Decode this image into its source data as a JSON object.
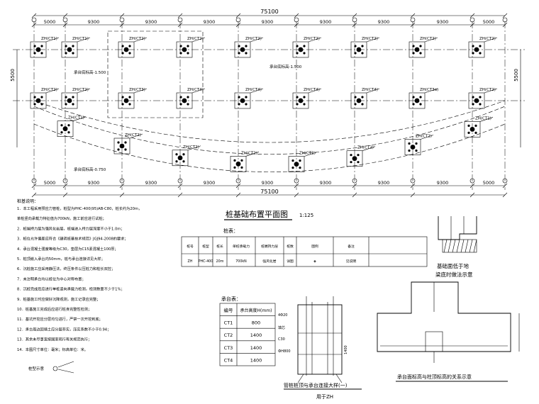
{
  "plan": {
    "title": "桩基础布置平面图",
    "scale": "1:125",
    "total_dim": "75100",
    "bay_dims": [
      "5000",
      "9300",
      "9300",
      "9300",
      "9300",
      "9300",
      "9300",
      "9300",
      "5000"
    ],
    "side_dims": [
      "5500",
      "5500"
    ],
    "elevation_note": "承台底标高-1.500",
    "elevation_note2": "承台底标高-0.750",
    "cap_labels": [
      "ZH(CT1)",
      "ZH(CT1)",
      "ZH(CT2)",
      "ZH(CT2)",
      "ZH(CT2)",
      "ZH(CT2)",
      "ZH(CT2)",
      "ZH(CT2)",
      "ZH(CT2)",
      "ZH(CT2)",
      "ZH(CT2)",
      "ZH(CT3)",
      "ZH(CT4)",
      "ZH(CT4)",
      "ZH(CT4)",
      "ZH(CT4)",
      "ZH(CT3a)",
      "ZH(CT2)",
      "ZH(CT1)",
      "ZH(CT2)",
      "ZH(CT2)",
      "ZH(CT2)",
      "ZH(CT2)",
      "ZH(CT2)",
      "ZH(CT2)",
      "ZH(CT1)"
    ]
  },
  "notes": {
    "heading": "桩基说明：",
    "lines": [
      "1．本工程采用预应力管桩，桩型为PHC-400(95)AB-C80，桩长约为20m，",
      "   单桩竖向承载力特征值为700kN，施工前应进行试桩；",
      "2．桩端持力层为强风化岩层，桩端进入持力层深度不小于1.0m；",
      "3．桩位允许偏差应符合《建筑桩基技术规范》JGJ94-2008的要求；",
      "4．承台混凝土强度等级为C30，垫层为C15素混凝土100厚；",
      "5．桩顶嵌入承台内50mm，桩与承台连接详见大样；",
      "6．沉桩施工应采用静压法，终压条件以压桩力和桩长双控；",
      "7．未注明承台均以桩位为中心对称布置；",
      "8．沉桩完成后应进行单桩竖向承载力检测，检测数量不少于1%；",
      "9．桩基施工时应做好沉降观测，施工记录应完整；",
      "10．桩基施工完成后应进行桩身完整性检测；",
      "11．基坑开挖应分层均匀进行，严禁一次开挖到底；",
      "12．承台周边回填土应分层夯实，压实系数不小于0.94；",
      "13．其余未尽事宜按国家现行有关规范执行；",
      "14．本图尺寸单位：毫米；标高单位：米。"
    ],
    "legend_label": "桩型示意"
  },
  "pile_table": {
    "title": "桩表：",
    "cols": [
      "桩号",
      "桩型",
      "桩长",
      "单桩承载力",
      "桩端持力层",
      "桩数",
      "图例",
      "备注"
    ],
    "row": [
      "ZH",
      "PHC-400",
      "20m",
      "700kN",
      "强风化岩",
      "详图",
      "◈",
      "见说明"
    ]
  },
  "cap_table": {
    "title": "承台表：",
    "headers": [
      "编号",
      "承台高度H(mm)"
    ],
    "rows": [
      [
        "CT1",
        "800"
      ],
      [
        "CT2",
        "1400"
      ],
      [
        "CT3",
        "1400"
      ],
      [
        "CT4",
        "1400"
      ]
    ]
  },
  "details": {
    "d1_caption": "基础面低于地",
    "d1_caption2": "梁底时做法示意",
    "d2_caption": "管桩桩顶与承台连接大样(一)",
    "d2_sub": "用于ZH",
    "d3_caption": "承台面标高与柱顶标高的关系示意",
    "d2_labels": [
      "4Φ20",
      "填芯",
      "C30",
      "ФH800",
      "1400"
    ]
  }
}
